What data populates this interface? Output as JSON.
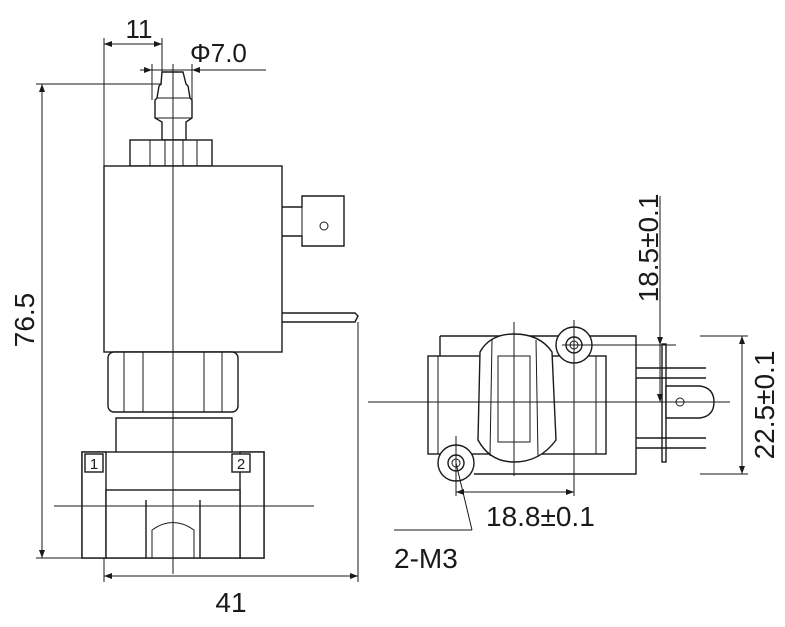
{
  "dimensions": {
    "top_width": "11",
    "barb_diameter": "Φ7.0",
    "overall_height": "76.5",
    "overall_width": "41",
    "port_1": "1",
    "port_2": "2",
    "hole_offset_top": "18.5±0.1",
    "hole_spacing_vertical": "22.5±0.1",
    "hole_spacing_horizontal": "18.8±0.1",
    "mount_holes": "2-M3"
  }
}
